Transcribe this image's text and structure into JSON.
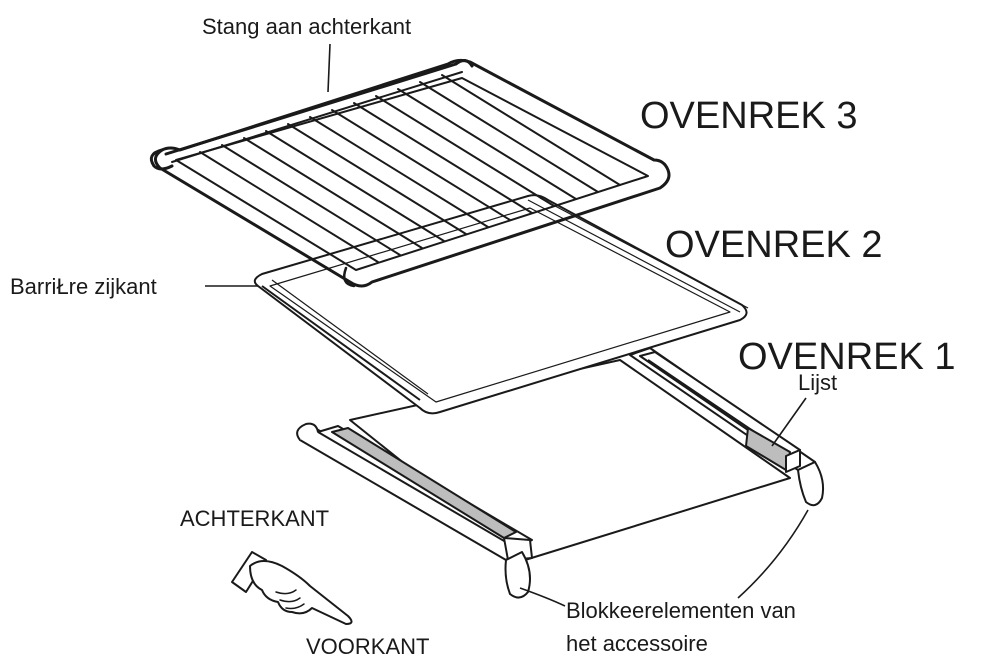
{
  "labels": {
    "rear_bar": "Stang aan achterkant",
    "side_barrier": "BarriŁre zijkant",
    "rack_3": "OVENREK 3",
    "rack_2": "OVENREK 2",
    "rack_1": "OVENREK 1",
    "ledge": "Lijst",
    "back": "ACHTERKANT",
    "front": "VOORKANT",
    "blocking_line1": "Blokkeerelementen van",
    "blocking_line2": "het accessoire"
  },
  "colors": {
    "line": "#1a1a1a",
    "rail_fill": "#bdbdbd",
    "background": "#ffffff"
  },
  "icons": [
    "pointing-hand-icon"
  ]
}
